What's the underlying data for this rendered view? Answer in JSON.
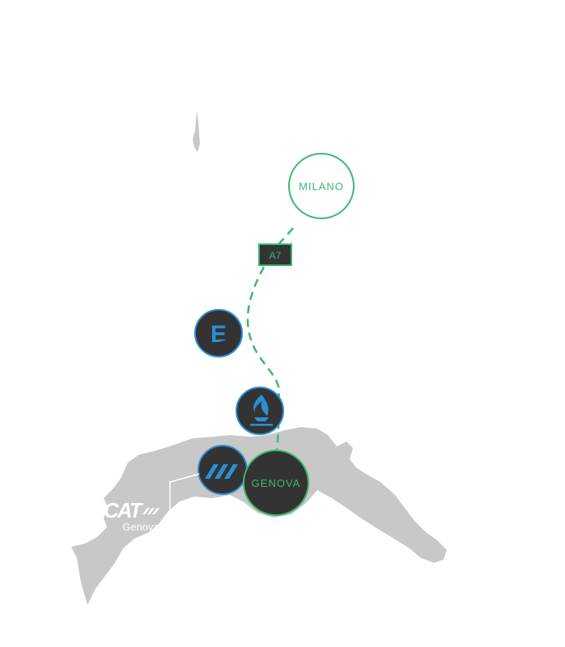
{
  "colors": {
    "region_fill": "#c8c8c8",
    "route_green": "#3bb872",
    "marker_dark": "#333333",
    "marker_blue_border": "#2a8fd4",
    "icon_blue": "#2a8fd4",
    "white": "#ffffff"
  },
  "cities": {
    "milano": "MILANO",
    "genova": "GENOVA"
  },
  "road": {
    "label": "A7"
  },
  "markers": {
    "e_icon": "E",
    "flame_icon": "flame-icon",
    "stripes_icon": "stripes-icon"
  },
  "office_logo": {
    "brand": "CAT",
    "city": "Genova"
  }
}
